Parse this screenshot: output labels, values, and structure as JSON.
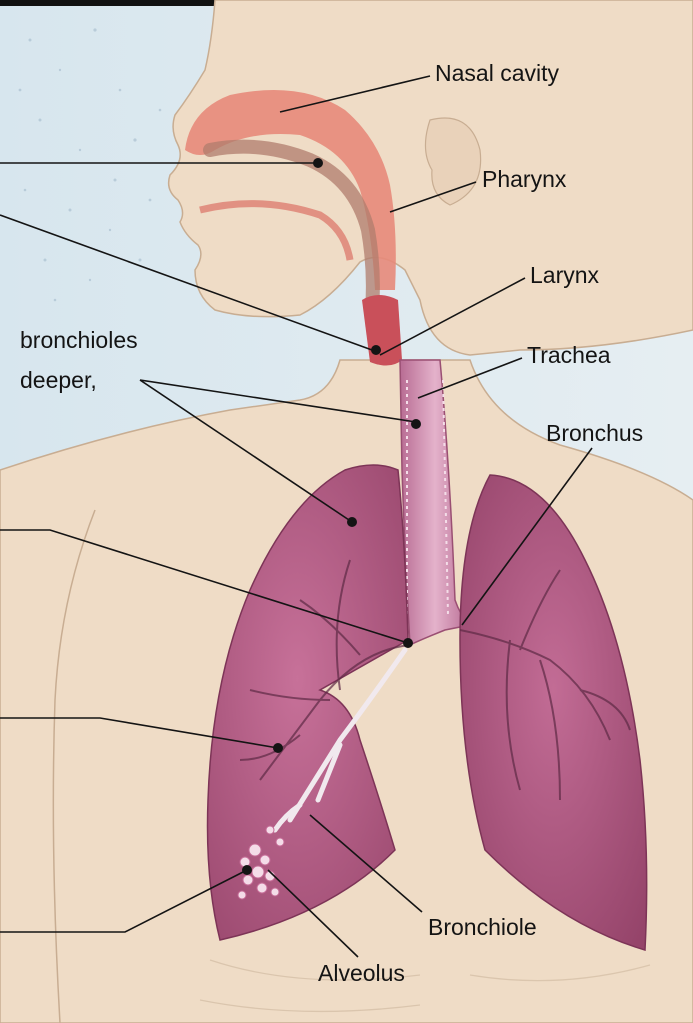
{
  "labels": {
    "nasal_cavity": "Nasal cavity",
    "pharynx": "Pharynx",
    "larynx": "Larynx",
    "trachea": "Trachea",
    "bronchus": "Bronchus",
    "bronchiole": "Bronchiole",
    "alveolus": "Alveolus",
    "cut_text_line1": "bronchioles",
    "cut_text_line2": "deeper,"
  },
  "colors": {
    "skin": "#efdcc6",
    "background_blue": "#d6e6ee",
    "lung": "#b85f87",
    "lung_dark": "#8e3d63",
    "airway_red": "#d9665a",
    "trachea": "#c97aa3",
    "leader_line": "#141414"
  }
}
